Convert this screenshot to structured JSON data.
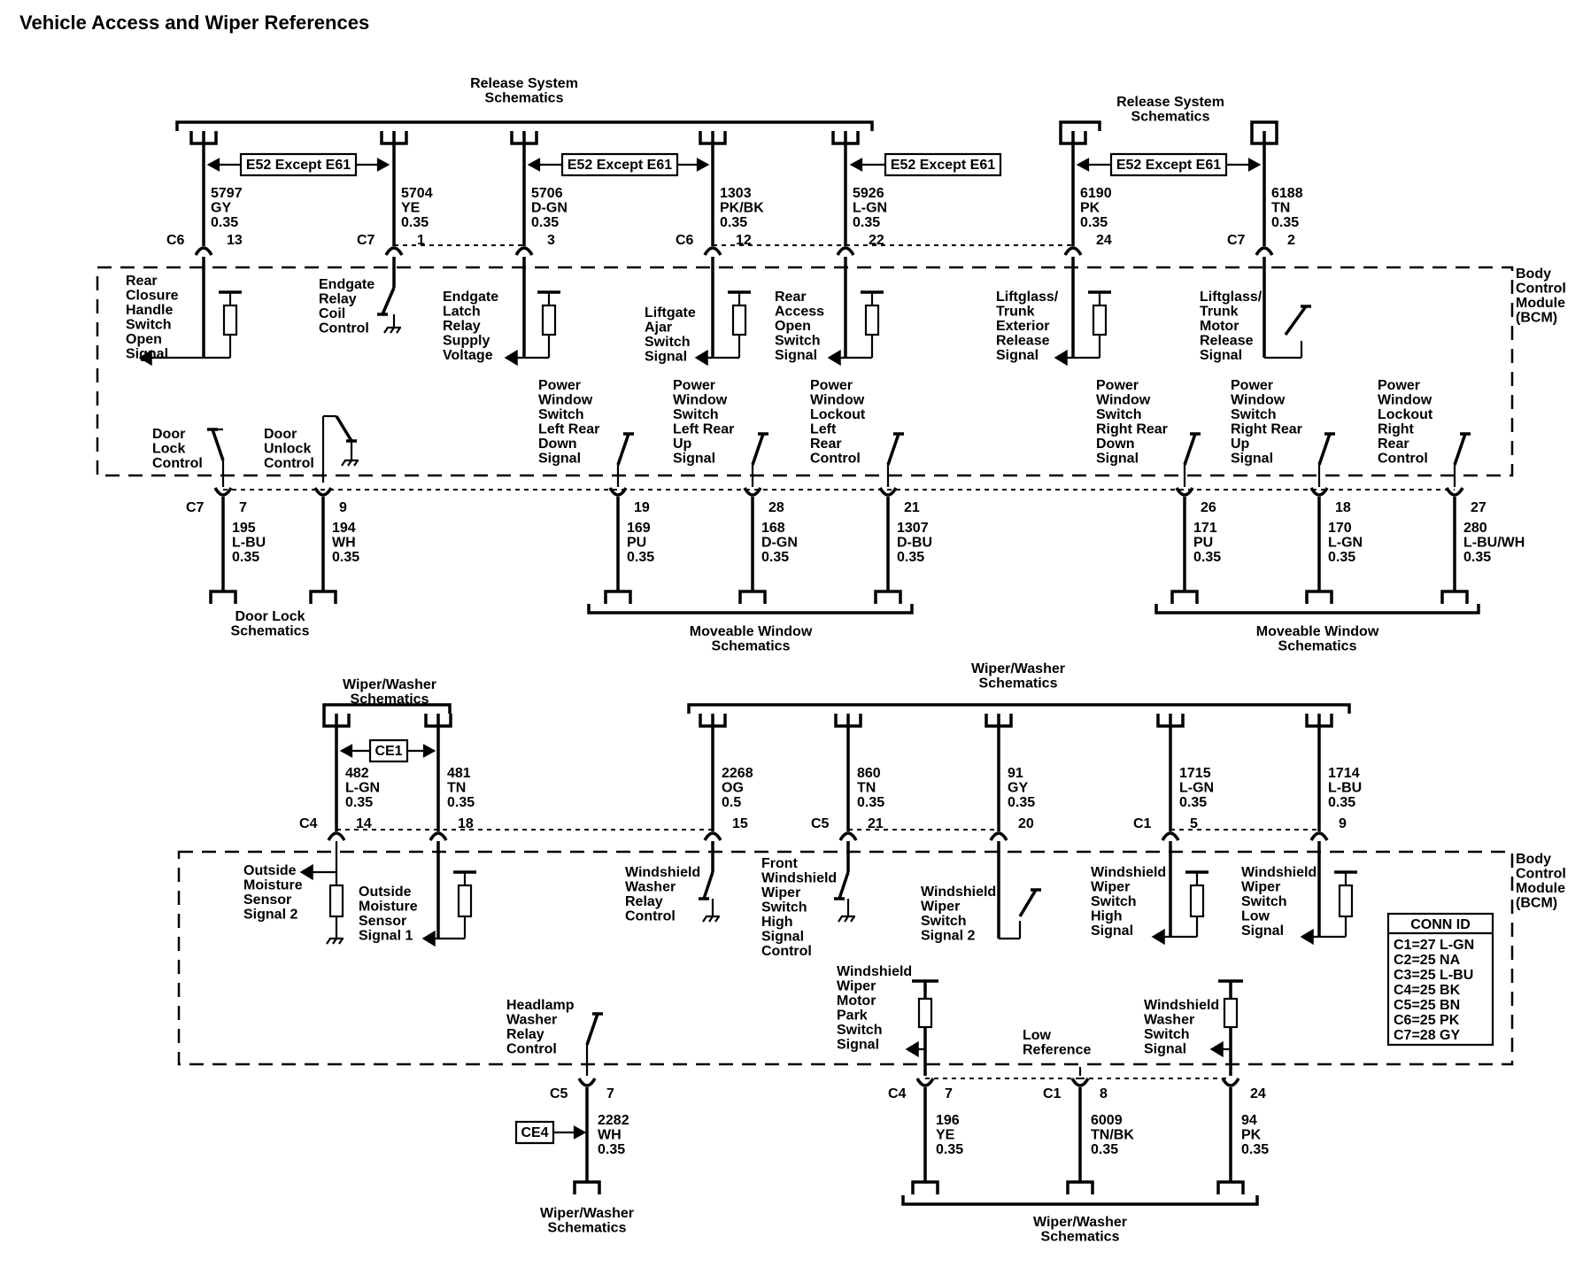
{
  "title": "Vehicle Access and Wiper References",
  "module_label": [
    "Body",
    "Control",
    "Module",
    "(BCM)"
  ],
  "upper_section": {
    "ref_release_1": [
      "Release System",
      "Schematics"
    ],
    "ref_release_2": [
      "Release System",
      "Schematics"
    ],
    "ref_door_lock": [
      "Door Lock",
      "Schematics"
    ],
    "ref_window_left": [
      "Moveable Window",
      "Schematics"
    ],
    "ref_window_right": [
      "Moveable Window",
      "Schematics"
    ],
    "option_label": "E52 Except E61",
    "top_circuits": [
      {
        "connector": "C6",
        "pin": "13",
        "circuit": "5797",
        "color": "GY",
        "gauge": "0.35",
        "label": [
          "Rear",
          "Closure",
          "Handle",
          "Switch",
          "Open",
          "Signal"
        ]
      },
      {
        "connector": "C7",
        "pin": "1",
        "circuit": "5704",
        "color": "YE",
        "gauge": "0.35",
        "label": [
          "Endgate",
          "Relay",
          "Coil",
          "Control"
        ]
      },
      {
        "connector": "",
        "pin": "3",
        "circuit": "5706",
        "color": "D-GN",
        "gauge": "0.35",
        "label": [
          "Endgate",
          "Latch",
          "Relay",
          "Supply",
          "Voltage"
        ]
      },
      {
        "connector": "C6",
        "pin": "12",
        "circuit": "1303",
        "color": "PK/BK",
        "gauge": "0.35",
        "label": [
          "Liftgate",
          "Ajar",
          "Switch",
          "Signal"
        ]
      },
      {
        "connector": "",
        "pin": "22",
        "circuit": "5926",
        "color": "L-GN",
        "gauge": "0.35",
        "label": [
          "Rear",
          "Access",
          "Open",
          "Switch",
          "Signal"
        ]
      },
      {
        "connector": "",
        "pin": "24",
        "circuit": "6190",
        "color": "PK",
        "gauge": "0.35",
        "label": [
          "Liftglass/",
          "Trunk",
          "Exterior",
          "Release",
          "Signal"
        ]
      },
      {
        "connector": "C7",
        "pin": "2",
        "circuit": "6188",
        "color": "TN",
        "gauge": "0.35",
        "label": [
          "Liftglass/",
          "Trunk",
          "Motor",
          "Release",
          "Signal"
        ]
      }
    ],
    "bottom_circuits": [
      {
        "connector": "C7",
        "pin": "7",
        "circuit": "195",
        "color": "L-BU",
        "gauge": "0.35",
        "label": [
          "Door",
          "Lock",
          "Control"
        ]
      },
      {
        "connector": "",
        "pin": "9",
        "circuit": "194",
        "color": "WH",
        "gauge": "0.35",
        "label": [
          "Door",
          "Unlock",
          "Control"
        ]
      },
      {
        "connector": "",
        "pin": "19",
        "circuit": "169",
        "color": "PU",
        "gauge": "0.35",
        "label": [
          "Power",
          "Window",
          "Switch",
          "Left Rear",
          "Down",
          "Signal"
        ]
      },
      {
        "connector": "",
        "pin": "28",
        "circuit": "168",
        "color": "D-GN",
        "gauge": "0.35",
        "label": [
          "Power",
          "Window",
          "Switch",
          "Left Rear",
          "Up",
          "Signal"
        ]
      },
      {
        "connector": "",
        "pin": "21",
        "circuit": "1307",
        "color": "D-BU",
        "gauge": "0.35",
        "label": [
          "Power",
          "Window",
          "Lockout",
          "Left",
          "Rear",
          "Control"
        ]
      },
      {
        "connector": "",
        "pin": "26",
        "circuit": "171",
        "color": "PU",
        "gauge": "0.35",
        "label": [
          "Power",
          "Window",
          "Switch",
          "Right Rear",
          "Down",
          "Signal"
        ]
      },
      {
        "connector": "",
        "pin": "18",
        "circuit": "170",
        "color": "L-GN",
        "gauge": "0.35",
        "label": [
          "Power",
          "Window",
          "Switch",
          "Right Rear",
          "Up",
          "Signal"
        ]
      },
      {
        "connector": "",
        "pin": "27",
        "circuit": "280",
        "color": "L-BU/WH",
        "gauge": "0.35",
        "label": [
          "Power",
          "Window",
          "Lockout",
          "Right",
          "Rear",
          "Control"
        ]
      }
    ]
  },
  "lower_section": {
    "ref_wiper_top_left": [
      "Wiper/Washer",
      "Schematics"
    ],
    "ref_wiper_top_right": [
      "Wiper/Washer",
      "Schematics"
    ],
    "ref_wiper_bottom_left": [
      "Wiper/Washer",
      "Schematics"
    ],
    "ref_wiper_bottom_right": [
      "Wiper/Washer",
      "Schematics"
    ],
    "option_ce1": "CE1",
    "option_ce4": "CE4",
    "top_circuits": [
      {
        "connector": "C4",
        "pin": "14",
        "circuit": "482",
        "color": "L-GN",
        "gauge": "0.35",
        "label": [
          "Outside",
          "Moisture",
          "Sensor",
          "Signal 2"
        ]
      },
      {
        "connector": "",
        "pin": "18",
        "circuit": "481",
        "color": "TN",
        "gauge": "0.35",
        "label": [
          "Outside",
          "Moisture",
          "Sensor",
          "Signal 1"
        ]
      },
      {
        "connector": "",
        "pin": "15",
        "circuit": "2268",
        "color": "OG",
        "gauge": "0.5",
        "label": [
          "Windshield",
          "Washer",
          "Relay",
          "Control"
        ]
      },
      {
        "connector": "C5",
        "pin": "21",
        "circuit": "860",
        "color": "TN",
        "gauge": "0.35",
        "label": [
          "Front",
          "Windshield",
          "Wiper",
          "Switch",
          "High",
          "Signal",
          "Control"
        ]
      },
      {
        "connector": "",
        "pin": "20",
        "circuit": "91",
        "color": "GY",
        "gauge": "0.35",
        "label": [
          "Windshield",
          "Wiper",
          "Switch",
          "Signal 2"
        ]
      },
      {
        "connector": "C1",
        "pin": "5",
        "circuit": "1715",
        "color": "L-GN",
        "gauge": "0.35",
        "label": [
          "Windshield",
          "Wiper",
          "Switch",
          "High",
          "Signal"
        ]
      },
      {
        "connector": "",
        "pin": "9",
        "circuit": "1714",
        "color": "L-BU",
        "gauge": "0.35",
        "label": [
          "Windshield",
          "Wiper",
          "Switch",
          "Low",
          "Signal"
        ]
      }
    ],
    "bottom_circuits": [
      {
        "connector": "C5",
        "pin": "7",
        "circuit": "2282",
        "color": "WH",
        "gauge": "0.35",
        "label": [
          "Headlamp",
          "Washer",
          "Relay",
          "Control"
        ]
      },
      {
        "connector": "C4",
        "pin": "7",
        "circuit": "196",
        "color": "YE",
        "gauge": "0.35",
        "label": [
          "Windshield",
          "Wiper",
          "Motor",
          "Park",
          "Switch",
          "Signal"
        ]
      },
      {
        "connector": "C1",
        "pin": "8",
        "circuit": "6009",
        "color": "TN/BK",
        "gauge": "0.35",
        "label": [
          "Low",
          "Reference"
        ]
      },
      {
        "connector": "",
        "pin": "24",
        "circuit": "94",
        "color": "PK",
        "gauge": "0.35",
        "label": [
          "Windshield",
          "Washer",
          "Switch",
          "Signal"
        ]
      }
    ]
  },
  "conn_id": {
    "title": "CONN ID",
    "rows": [
      "C1=27 L-GN",
      "C2=25 NA",
      "C3=25 L-BU",
      "C4=25 BK",
      "C5=25 BN",
      "C6=25 PK",
      "C7=28 GY"
    ]
  }
}
